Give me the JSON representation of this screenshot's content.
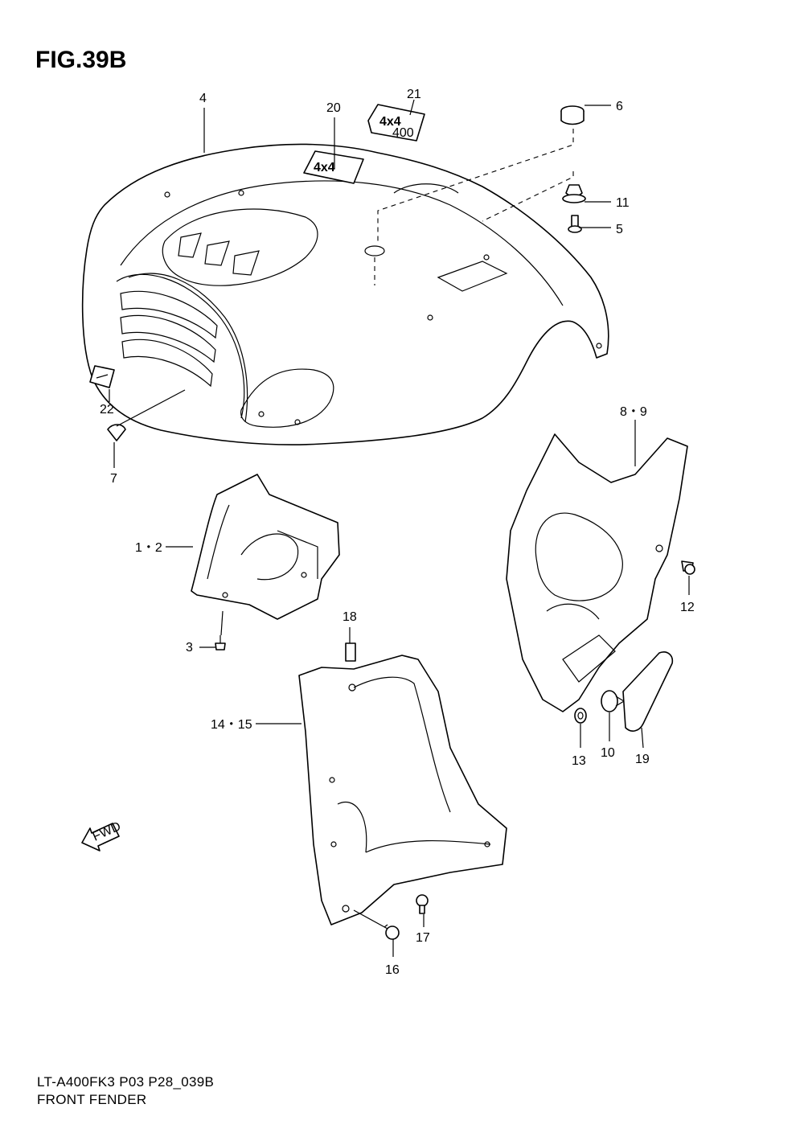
{
  "figure_title": "FIG.39B",
  "footer": {
    "model_code": "LT-A400FK3 P03 P28_039B",
    "section_name": "FRONT FENDER"
  },
  "callouts": {
    "c1_2": "1・2",
    "c3": "3",
    "c4": "4",
    "c5": "5",
    "c6": "6",
    "c7": "7",
    "c8_9": "8・9",
    "c10": "10",
    "c11": "11",
    "c12": "12",
    "c13": "13",
    "c14_15": "14・15",
    "c16": "16",
    "c17": "17",
    "c18": "18",
    "c19": "19",
    "c20": "20",
    "c21": "21",
    "c22": "22"
  },
  "emblem_text": {
    "main": "4x4",
    "sub": "400"
  },
  "fwd_label": "FWD"
}
